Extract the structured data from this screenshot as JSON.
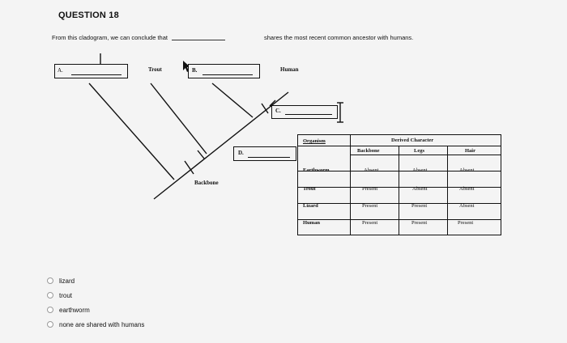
{
  "question": {
    "title": "QUESTION 18",
    "text_before": "From this cladogram, we can conclude that",
    "text_after": "shares the most recent common ancestor with humans."
  },
  "cladogram": {
    "labels": {
      "a": "A.",
      "trout": "Trout",
      "b": "B.",
      "human": "Human",
      "c": "C.",
      "d": "D.",
      "backbone": "Backbone"
    }
  },
  "table": {
    "col_organism": "Organism",
    "col_derived": "Derived Character",
    "subheaders": [
      "Backbone",
      "Legs",
      "Hair"
    ],
    "rows": [
      {
        "organism": "Earthworm",
        "values": [
          "Absent",
          "Absent",
          "Absent"
        ]
      },
      {
        "organism": "Trout",
        "values": [
          "Present",
          "Absent",
          "Absent"
        ]
      },
      {
        "organism": "Lizard",
        "values": [
          "Present",
          "Present",
          "Absent"
        ]
      },
      {
        "organism": "Human",
        "values": [
          "Present",
          "Present",
          "Present"
        ]
      }
    ]
  },
  "options": [
    {
      "label": "lizard"
    },
    {
      "label": "trout"
    },
    {
      "label": "earthworm"
    },
    {
      "label": "none are shared with humans"
    }
  ]
}
